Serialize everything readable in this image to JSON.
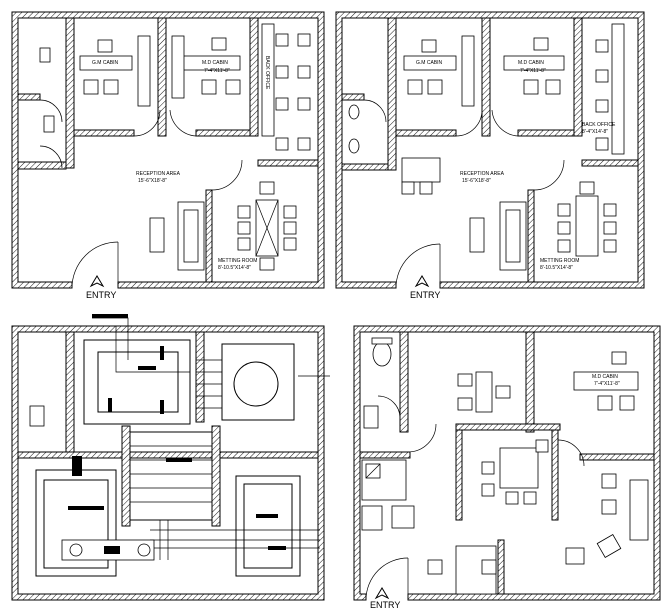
{
  "plans": [
    {
      "id": "plan-1",
      "labels": {
        "gm_cabin": "G.M CABIN",
        "md_cabin": "M.D CABIN",
        "md_cabin_size": "7'-4\"X11'-8\"",
        "back_office": "BACK OFFICE",
        "reception": "RECEPTION AREA",
        "reception_size": "15'-6\"X18'-8\"",
        "meeting_room": "METTING ROOM",
        "meeting_room_size": "8'-10.5\"X14'-8\"",
        "entry": "ENTRY"
      }
    },
    {
      "id": "plan-2",
      "labels": {
        "gm_cabin": "G.M CABIN",
        "md_cabin": "M.D CABIN",
        "md_cabin_size": "7'-4\"X11'-8\"",
        "back_office": "BACK OFFICE",
        "back_office_size": "8'-4\"X14'-8\"",
        "reception": "RECEPTION AREA",
        "reception_size": "15'-6\"X18'-8\"",
        "meeting_room": "METTING ROOM",
        "meeting_room_size": "8'-10.5\"X14'-8\"",
        "entry": "ENTRY"
      }
    },
    {
      "id": "plan-3",
      "labels": {}
    },
    {
      "id": "plan-4",
      "labels": {
        "md_cabin": "M.D CABIN",
        "md_cabin_size": "7'-4\"X11'-8\"",
        "entry": "ENTRY"
      }
    }
  ]
}
